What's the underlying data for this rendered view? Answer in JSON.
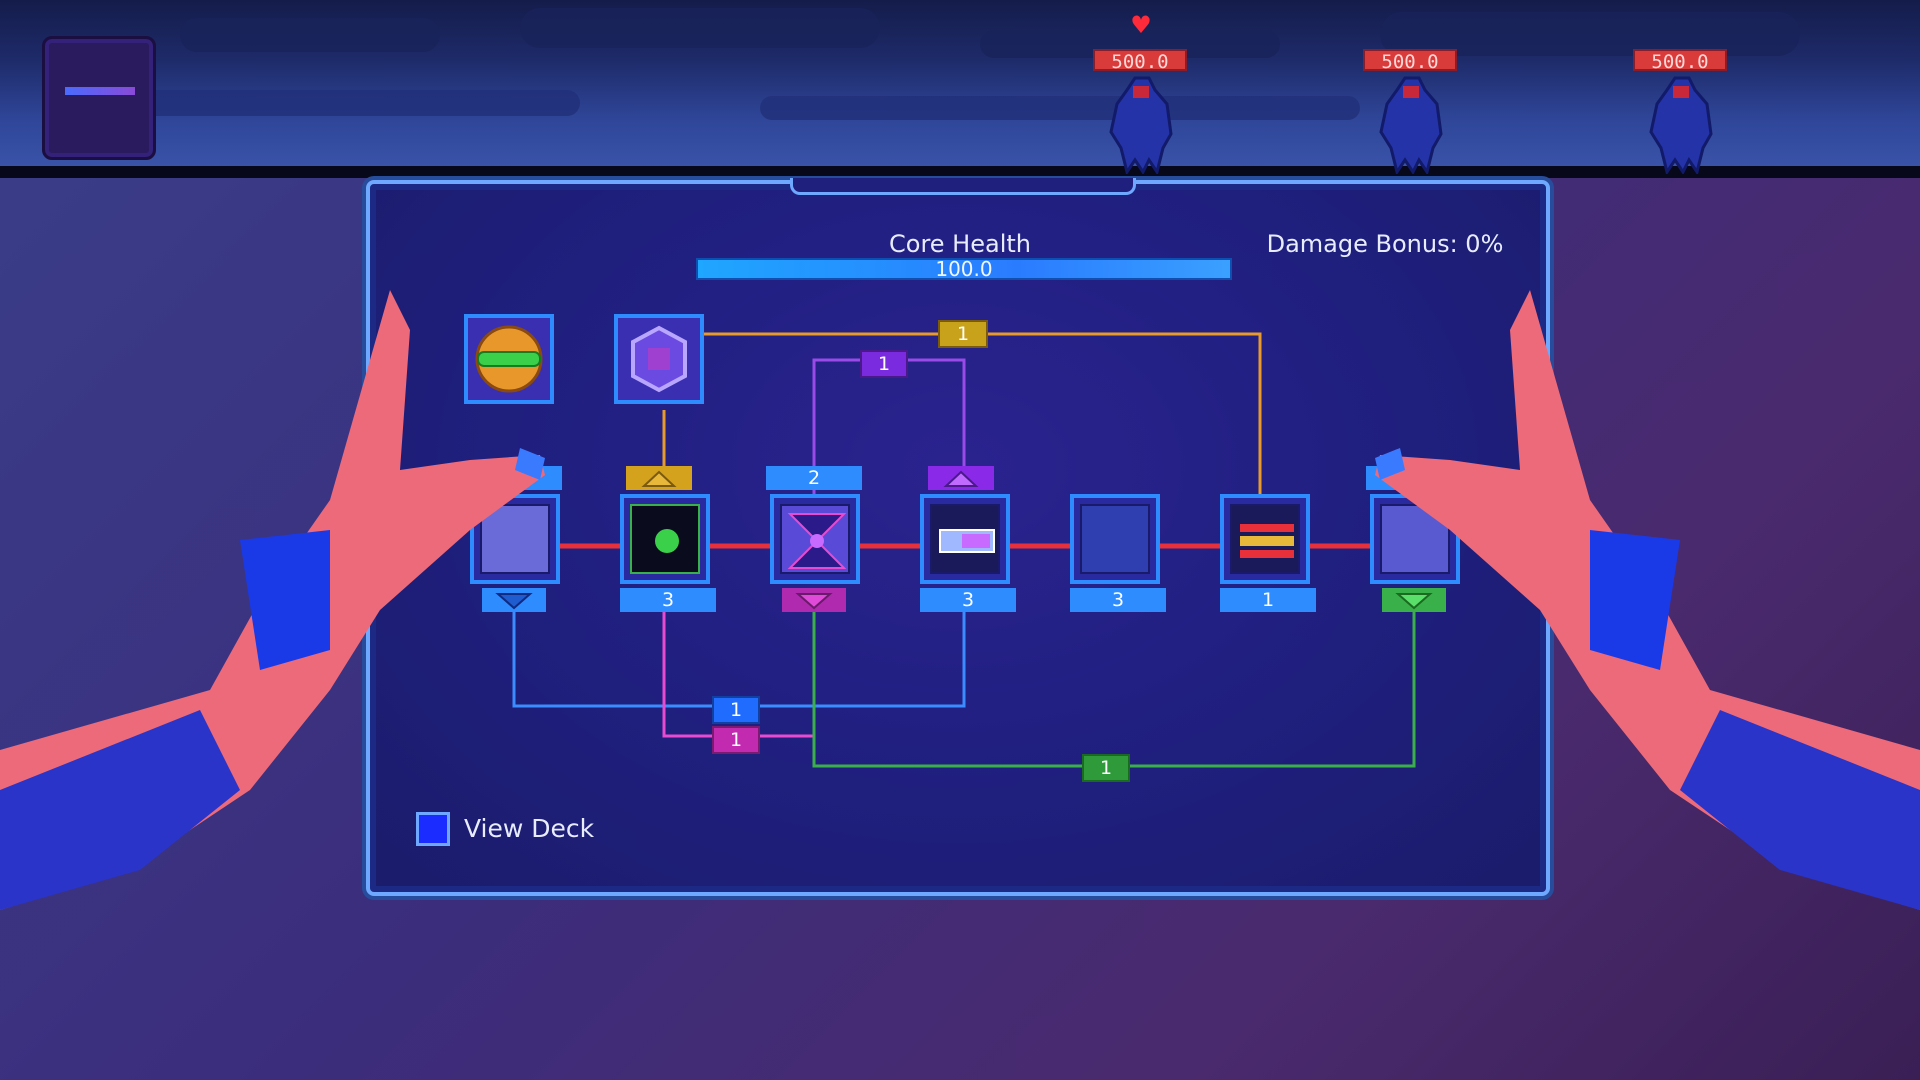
{
  "enemies": [
    {
      "hp": "500.0",
      "targeted": true
    },
    {
      "hp": "500.0",
      "targeted": false
    },
    {
      "hp": "500.0",
      "targeted": false
    }
  ],
  "panel": {
    "core_health_label": "Core Health",
    "core_health_value": "100.0",
    "damage_bonus": "Damage Bonus: 0%"
  },
  "top_cards": [
    "orange-lens-icon",
    "purple-hex-icon"
  ],
  "slots": [
    {
      "top": "",
      "bottom": ""
    },
    {
      "top": "",
      "bottom": "3"
    },
    {
      "top": "2",
      "bottom": ""
    },
    {
      "top": "",
      "bottom": "3"
    },
    {
      "top": "",
      "bottom": "3"
    },
    {
      "top": "",
      "bottom": "1"
    },
    {
      "top": "",
      "bottom": ""
    }
  ],
  "links": {
    "orange": "1",
    "purple": "1",
    "blue": "1",
    "magenta": "1",
    "green": "1"
  },
  "view_deck": "View Deck",
  "colors": {
    "panel_border": "#6ea9ff",
    "chain_red": "#e8303a",
    "orange_link": "#e89a2a",
    "purple_link": "#9a4ae8",
    "blue_link": "#3a8cff",
    "magenta_link": "#e84ad0",
    "green_link": "#3ab04a"
  }
}
